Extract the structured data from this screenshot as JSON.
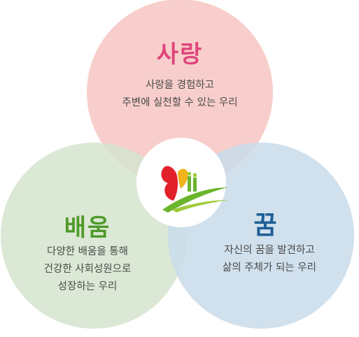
{
  "circles": {
    "love": {
      "title": "사랑",
      "lines": [
        "사랑을 경험하고",
        "주변에 실천할 수 있는 우리"
      ],
      "fill": "#f6c9c5",
      "title_color": "#e0457b"
    },
    "learn": {
      "title": "배움",
      "lines": [
        "다양한 배움을 통해",
        "건강한 사회성원으로",
        "성장하는 우리"
      ],
      "fill": "#d6e5cf",
      "title_color": "#4f9a2a"
    },
    "dream": {
      "title": "꿈",
      "lines": [
        "자신의 꿈을 발견하고",
        "삶의 주체가 되는 우리"
      ],
      "fill": "#c9dce9",
      "title_color": "#1f5f97"
    }
  },
  "logo": {
    "icon": "butterfly-logo-icon",
    "colors": [
      "#e0202a",
      "#f2b21c",
      "#6bb52c"
    ]
  }
}
